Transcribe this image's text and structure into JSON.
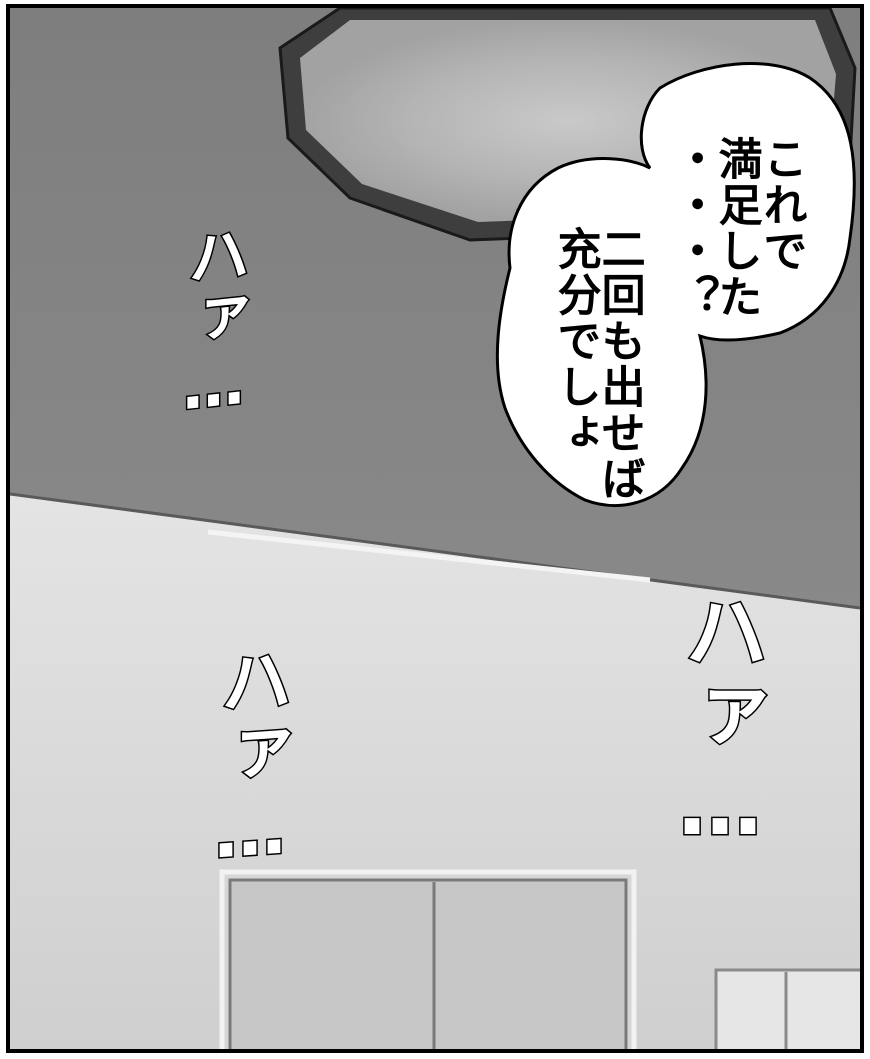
{
  "bubble": {
    "line1": "これで",
    "line2": "満足した",
    "line3": "・・・？",
    "line4": "二回も出せば",
    "line5": "充分でしょ"
  },
  "sfx": {
    "left_top": "ハァ…",
    "left_bottom": "ハァ…",
    "right": "ハァ…"
  }
}
